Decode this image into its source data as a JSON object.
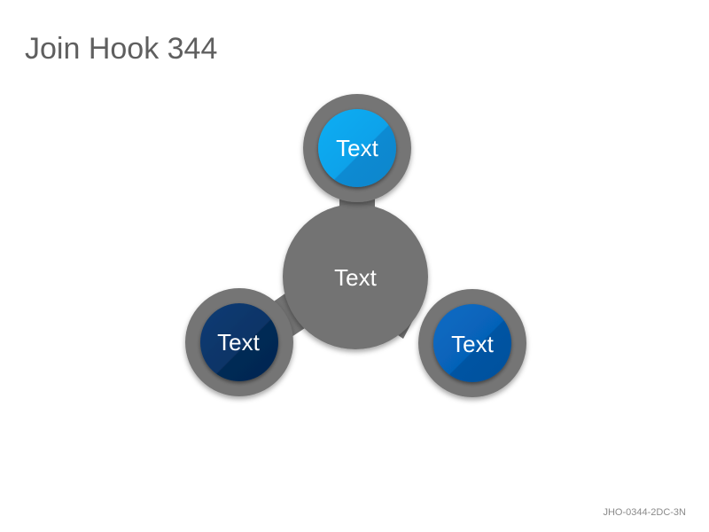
{
  "title": "Join Hook 344",
  "nodes": {
    "center": {
      "label": "Text",
      "color": "#737373"
    },
    "top": {
      "label": "Text",
      "color": "#10a6ec"
    },
    "left": {
      "label": "Text",
      "color": "#0b3466"
    },
    "right": {
      "label": "Text",
      "color": "#0661b7"
    }
  },
  "colors": {
    "ring": "#757575",
    "connector": "#737373"
  },
  "footer_code": "JHO-0344-2DC-3N"
}
